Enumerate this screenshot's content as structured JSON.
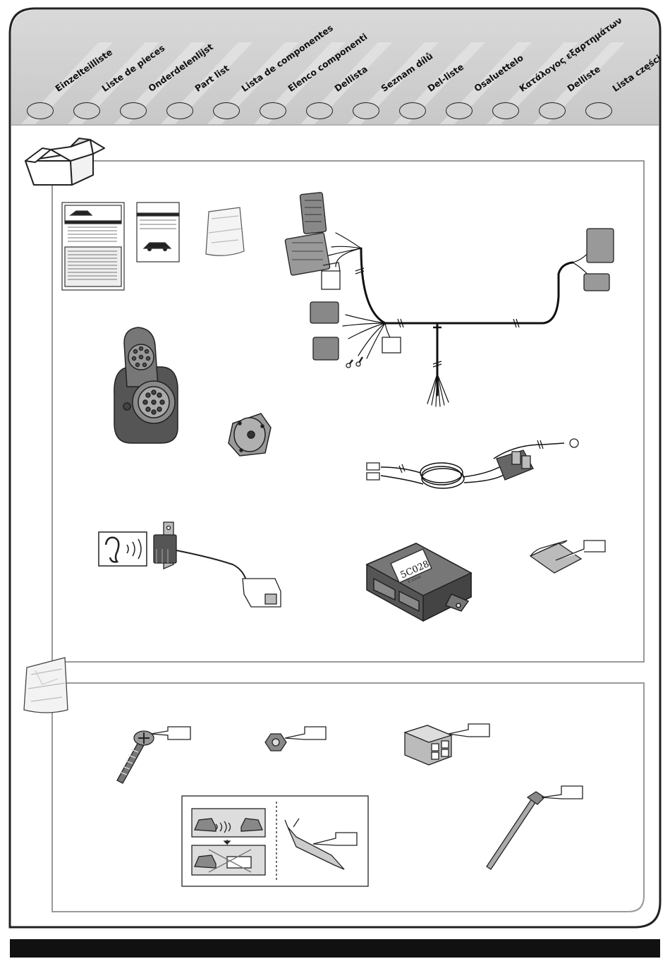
{
  "header": {
    "parts_list_labels": [
      "Einzelteilliste",
      "Liste de pieces",
      "Onderdelenlijst",
      "Part list",
      "Lista de componentes",
      "Elenco componenti",
      "Dellista",
      "Seznam dílů",
      "Del-liste",
      "Osaluettelo",
      "Κατάλογος εξαρτημάτων",
      "Delliste",
      "Lista części"
    ]
  },
  "kit_box": {
    "control_module_label": "5C028",
    "control_module_sublabel": "E.xxxx"
  },
  "icons": {
    "box": "open-box-icon",
    "bag": "parts-bag-icon",
    "ear": "ear-sound-icon"
  },
  "colors": {
    "frame": "#222222",
    "panel_border": "#9a9a9a",
    "circle_fill": "#cfcfcf",
    "bottom_bar": "#111111"
  }
}
